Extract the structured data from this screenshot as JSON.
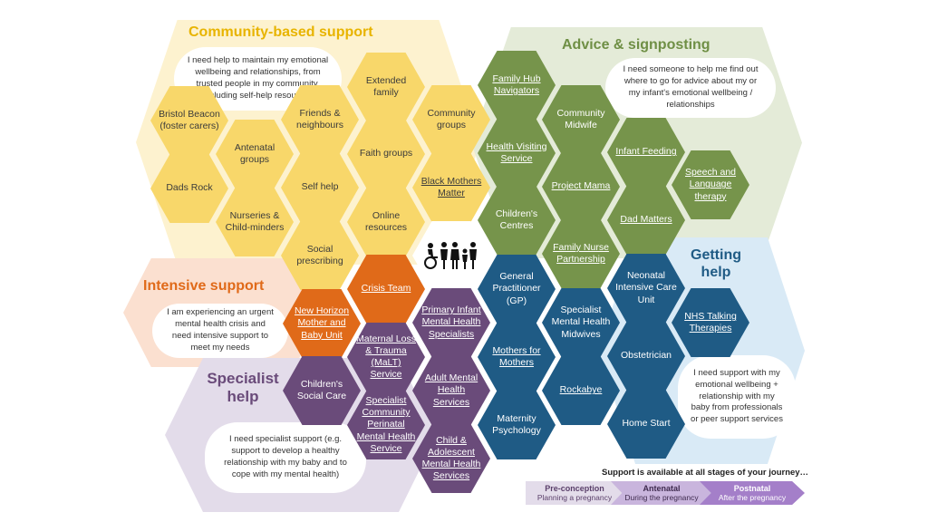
{
  "regions": {
    "community": {
      "title": "Community-based support",
      "note": "I need help to maintain my emotional wellbeing and relationships, from trusted people in my community, including self-help resources"
    },
    "advice": {
      "title": "Advice & signposting",
      "note": "I need someone to help me find out where to go for advice about my or my infant's emotional wellbeing / relationships"
    },
    "getting_help": {
      "title": "Getting help",
      "note": "I need support with my emotional wellbeing + relationship with my baby from professionals or peer support services"
    },
    "intensive": {
      "title": "Intensive support",
      "note": "I am experiencing an urgent mental health crisis and need intensive support to meet my needs"
    },
    "specialist": {
      "title": "Specialist help",
      "note": "I need specialist support (e.g. support to develop a healthy relationship with my baby and to cope with my mental health)"
    }
  },
  "hexes": {
    "extended_family": "Extended family",
    "bristol_beacon": "Bristol Beacon (foster carers)",
    "friends": "Friends & neighbours",
    "community_groups": "Community groups",
    "antenatal_groups": "Antenatal groups",
    "faith_groups": "Faith groups",
    "dads_rock": "Dads Rock",
    "self_help": "Self help",
    "black_mothers": "Black Mothers Matter",
    "nurseries": "Nurseries & Child-minders",
    "online_resources": "Online resources",
    "social_prescribing": "Social prescribing",
    "family_hub": "Family Hub Navigators",
    "community_midwife": "Community Midwife",
    "health_visiting": "Health Visiting Service",
    "infant_feeding": "Infant Feeding",
    "project_mama": "Project Mama",
    "speech_language": "Speech and Language therapy",
    "childrens_centres": "Children's Centres",
    "dad_matters": "Dad Matters",
    "family_nurse": "Family Nurse Partnership",
    "crisis_team": "Crisis Team",
    "new_horizon": "New Horizon Mother and Baby Unit",
    "gp": "General Practitioner (GP)",
    "neonatal": "Neonatal Intensive Care Unit",
    "specialist_midwives": "Specialist Mental Health Midwives",
    "nhs_talking": "NHS Talking Therapies",
    "primary_infant": "Primary Infant Mental Health Specialists",
    "malt": "Maternal Loss & Trauma (MaLT) Service",
    "mothers_for_mothers": "Mothers for Mothers",
    "obstetrician": "Obstetrician",
    "childrens_social_care": "Children's Social Care",
    "adult_mental_health": "Adult Mental Health Services",
    "rockabye": "Rockabye",
    "home_start": "Home Start",
    "specialist_perinatal": "Specialist Community Perinatal Mental Health Service",
    "maternity_psychology": "Maternity Psychology",
    "camhs": "Child & Adolescent Mental Health Services"
  },
  "journey": {
    "heading": "Support is available at all stages of your journey…",
    "stages": [
      {
        "name": "Pre-conception",
        "sub": "Planning a pregnancy"
      },
      {
        "name": "Antenatal",
        "sub": "During the pregnancy"
      },
      {
        "name": "Postnatal",
        "sub": "After the pregnancy"
      }
    ]
  },
  "colors": {
    "community": "#f8d76a",
    "advice": "#76944b",
    "getting_help": "#1f5b85",
    "intensive": "#e06a19",
    "specialist": "#6a4b7a",
    "title_community": "#e8b400",
    "title_advice": "#6f8f45",
    "title_getting_help": "#1f5b85",
    "title_intensive": "#e06a19",
    "title_specialist": "#6a4b7a"
  },
  "icons": {
    "center": "family-people-icon"
  }
}
